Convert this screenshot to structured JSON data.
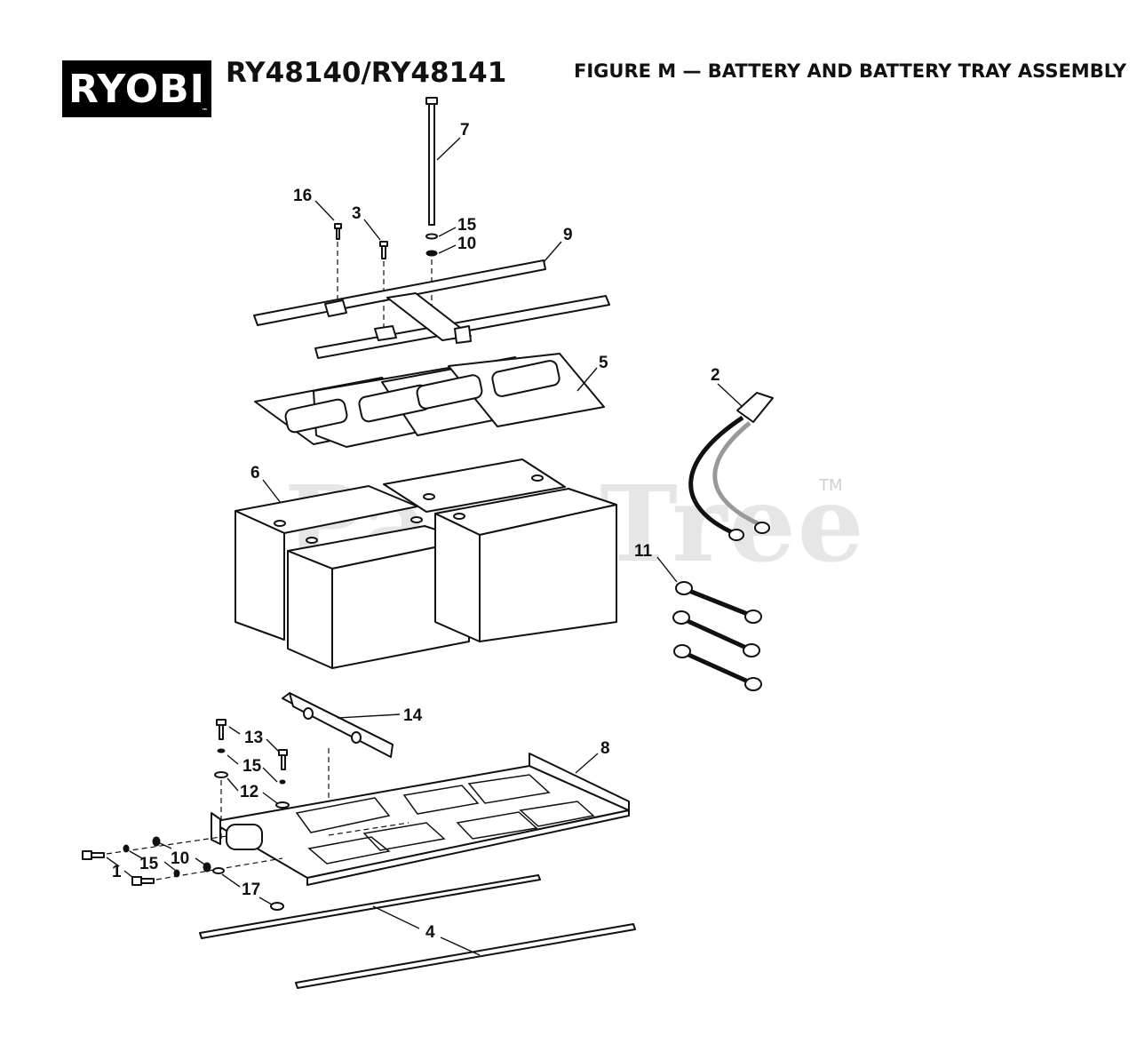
{
  "header": {
    "brand": "RYOBI",
    "brand_tm": "™",
    "model": "RY48140/RY48141",
    "figure_title": "FIGURE M — BATTERY AND BATTERY TRAY ASSEMBLY"
  },
  "watermark": {
    "text": "PartsTree",
    "tm": "TM"
  },
  "callouts": {
    "c1": "1",
    "c2": "2",
    "c3": "3",
    "c4": "4",
    "c5": "5",
    "c6": "6",
    "c7": "7",
    "c8": "8",
    "c9": "9",
    "c10a": "10",
    "c10b": "10",
    "c11": "11",
    "c12": "12",
    "c13": "13",
    "c14": "14",
    "c15a": "15",
    "c15b": "15",
    "c15c": "15",
    "c16": "16",
    "c17": "17"
  }
}
